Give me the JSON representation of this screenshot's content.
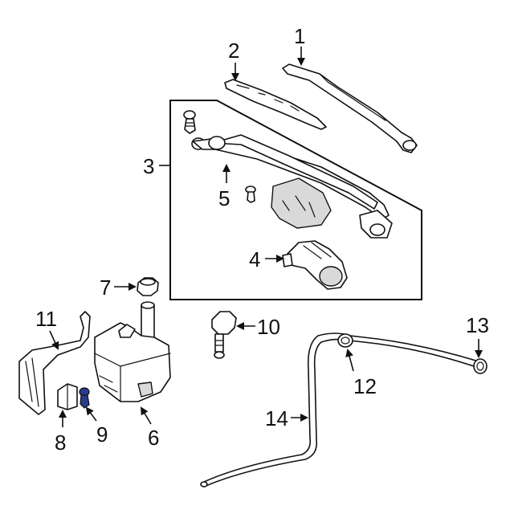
{
  "diagram": {
    "callouts": [
      {
        "id": "c1",
        "label": "1"
      },
      {
        "id": "c2",
        "label": "2"
      },
      {
        "id": "c3",
        "label": "3"
      },
      {
        "id": "c4",
        "label": "4"
      },
      {
        "id": "c5",
        "label": "5"
      },
      {
        "id": "c6",
        "label": "6"
      },
      {
        "id": "c7",
        "label": "7"
      },
      {
        "id": "c8",
        "label": "8"
      },
      {
        "id": "c9",
        "label": "9"
      },
      {
        "id": "c10",
        "label": "10"
      },
      {
        "id": "c11",
        "label": "11"
      },
      {
        "id": "c12",
        "label": "12"
      },
      {
        "id": "c13",
        "label": "13"
      },
      {
        "id": "c14",
        "label": "14"
      }
    ],
    "colors": {
      "line": "#111111",
      "background": "#ffffff",
      "highlight_bolt": "#2a3a8c"
    }
  }
}
